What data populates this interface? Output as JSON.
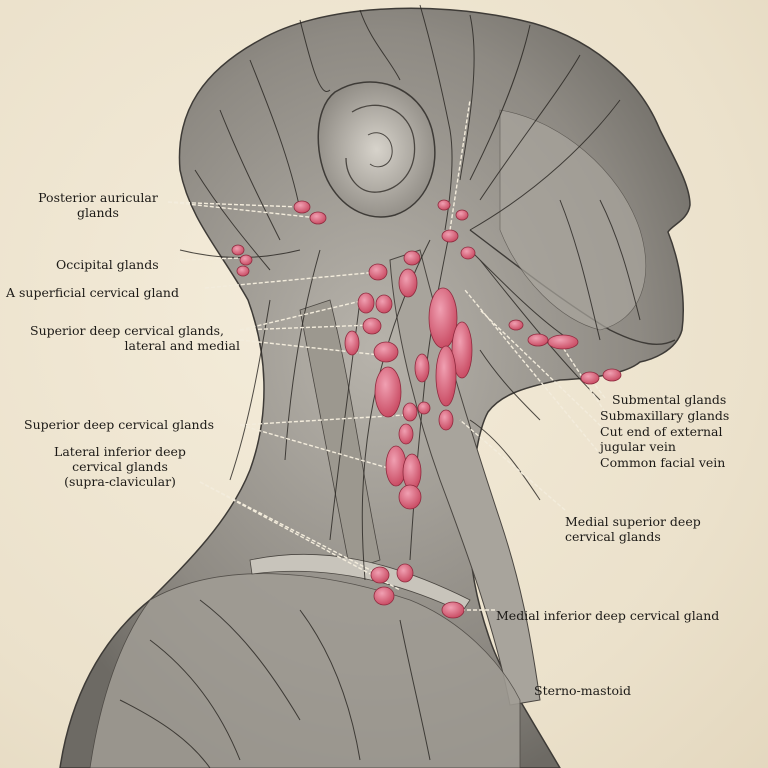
{
  "labels": {
    "posterior_auricular": "Posterior auricular",
    "posterior_auricular_2": "glands",
    "occipital": "Occipital glands",
    "superficial_cervical": "A superficial cervical gland",
    "superior_deep_1": "Superior deep cervical glands,",
    "superior_deep_2": "lateral and medial",
    "superior_deep_b": "Superior deep cervical glands",
    "lateral_inferior_1": "Lateral inferior deep",
    "lateral_inferior_2": "cervical glands",
    "lateral_inferior_3": "(supra-clavicular)",
    "submental": "Submental glands",
    "submaxillary": "Submaxillary glands",
    "cut_end_1": "Cut end of external",
    "cut_end_2": "jugular vein",
    "common_facial": "Common facial vein",
    "medial_superior_1": "Medial superior deep",
    "medial_superior_2": "cervical glands",
    "medial_inferior": "Medial inferior deep cervical gland",
    "sterno_mastoid": "Sterno-mastoid"
  },
  "colors": {
    "paper": "#efe6d2",
    "tissue": "#9a968f",
    "tissue_dark": "#3e3b37",
    "gland": "#d9607a",
    "ink": "#1c1a17"
  }
}
